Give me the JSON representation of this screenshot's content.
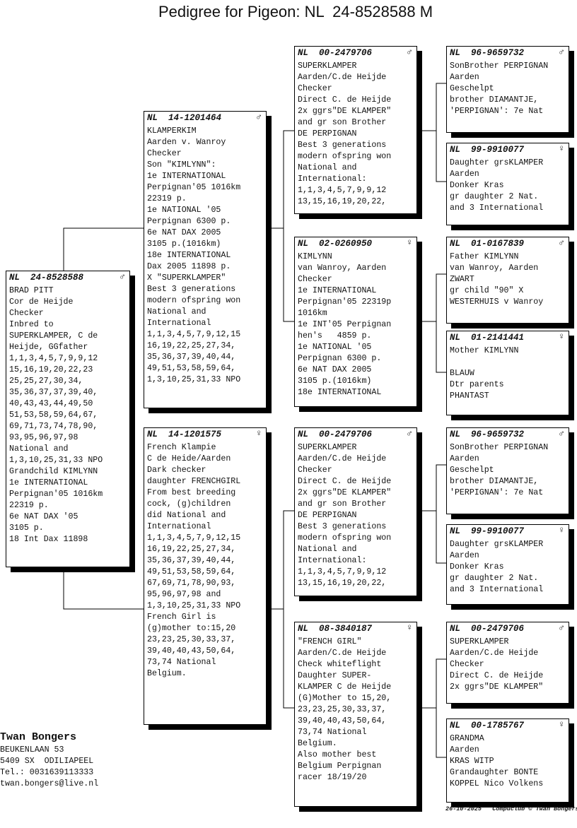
{
  "title": "Pedigree for Pigeon: NL  24-8528588 M",
  "pigeons": [
    {
      "country": "NL",
      "ring": "24-8528588",
      "sex": "♂",
      "lines": [
        "BRAD PITT",
        "Cor de Heijde",
        "Checker",
        "Inbred to",
        "SUPERKLAMPER, C de",
        "Heijde, GGfather",
        "1,1,3,4,5,7,9,9,12",
        "15,16,19,20,22,23",
        "25,25,27,30,34,",
        "35,36,37,37,39,40,",
        "40,43,43,44,49,50",
        "51,53,58,59,64,67,",
        "69,71,73,74,78,90,",
        "93,95,96,97,98",
        "National and",
        "1,3,10,25,31,33 NPO",
        "Grandchild KIMLYNN",
        "1e INTERNATIONAL",
        "Perpignan'05 1016km",
        "22319 p.",
        "6e NAT DAX '05",
        "3105 p.",
        "18 Int Dax 11898"
      ]
    },
    {
      "country": "NL",
      "ring": "14-1201464",
      "sex": "♂",
      "lines": [
        "KLAMPERKIM",
        "Aarden v. Wanroy",
        "Checker",
        "Son \"KIMLYNN\":",
        "1e INTERNATIONAL",
        "Perpignan'05 1016km",
        "22319 p.",
        "1e NATIONAL '05",
        "Perpignan 6300 p.",
        "6e NAT DAX 2005",
        "3105 p.(1016km)",
        "18e INTERNATIONAL",
        "Dax 2005 11898 p.",
        "X \"SUPERKLAMPER\"",
        "Best 3 generations",
        "modern ofspring won",
        "National and",
        "International",
        "1,1,3,4,5,7,9,12,15",
        "16,19,22,25,27,34,",
        "35,36,37,39,40,44,",
        "49,51,53,58,59,64,",
        "1,3,10,25,31,33 NPO"
      ]
    },
    {
      "country": "NL",
      "ring": "14-1201575",
      "sex": "♀",
      "lines": [
        "French Klampie",
        "C de Heide/Aarden",
        "Dark checker",
        "daughter FRENCHGIRL",
        "From best breeding",
        "cock, (g)children",
        "did National and",
        "International",
        "1,1,3,4,5,7,9,12,15",
        "16,19,22,25,27,34,",
        "35,36,37,39,40,44,",
        "49,51,53,58,59,64,",
        "67,69,71,78,90,93,",
        "95,96,97,98 and",
        "1,3,10,25,31,33 NPO",
        "French Girl is",
        "(g)mother to:15,20",
        "23,23,25,30,33,37,",
        "39,40,40,43,50,64,",
        "73,74 National",
        "Belgium."
      ]
    },
    {
      "country": "NL",
      "ring": "00-2479706",
      "sex": "♂",
      "lines": [
        "SUPERKLAMPER",
        "Aarden/C.de Heijde",
        "Checker",
        "Direct C. de Heijde",
        "2x ggrs\"DE KLAMPER\"",
        "and gr son Brother",
        "DE PERPIGNAN",
        "Best 3 generations",
        "modern ofspring won",
        "National and",
        "International:",
        "1,1,3,4,5,7,9,9,12",
        "13,15,16,19,20,22,"
      ]
    },
    {
      "country": "NL",
      "ring": "02-0260950",
      "sex": "♀",
      "lines": [
        "KIMLYNN",
        "van Wanroy, Aarden",
        "Checker",
        "1e INTERNATIONAL",
        "Perpignan'05 22319p",
        "1016km",
        "1e INT'05 Perpignan",
        "hen's   4859 p.",
        "1e NATIONAL '05",
        "Perpignan 6300 p.",
        "6e NAT DAX 2005",
        "3105 p.(1016km)",
        "18e INTERNATIONAL"
      ]
    },
    {
      "country": "NL",
      "ring": "00-2479706",
      "sex": "♂",
      "lines": [
        "SUPERKLAMPER",
        "Aarden/C.de Heijde",
        "Checker",
        "Direct C. de Heijde",
        "2x ggrs\"DE KLAMPER\"",
        "and gr son Brother",
        "DE PERPIGNAN",
        "Best 3 generations",
        "modern ofspring won",
        "National and",
        "International:",
        "1,1,3,4,5,7,9,9,12",
        "13,15,16,19,20,22,"
      ]
    },
    {
      "country": "NL",
      "ring": "08-3840187",
      "sex": "♀",
      "lines": [
        "\"FRENCH GIRL\"",
        "Aarden/C.de Heijde",
        "Check whiteflight",
        "Daughter SUPER-",
        "KLAMPER C de Heijde",
        "(G)Mother to 15,20,",
        "23,23,25,30,33,37,",
        "39,40,40,43,50,64,",
        "73,74 National",
        "Belgium.",
        "Also mother best",
        "Belgium Perpignan",
        "racer 18/19/20"
      ]
    },
    {
      "country": "NL",
      "ring": "96-9659732",
      "sex": "♂",
      "lines": [
        "SonBrother PERPIGNAN",
        "Aarden",
        "Geschelpt",
        "brother DIAMANTJE,",
        "'PERPIGNAN': 7e Nat"
      ]
    },
    {
      "country": "NL",
      "ring": "99-9910077",
      "sex": "♀",
      "lines": [
        "Daughter grsKLAMPER",
        "Aarden",
        "Donker Kras",
        "gr daughter 2 Nat.",
        "and 3 International"
      ]
    },
    {
      "country": "NL",
      "ring": "01-0167839",
      "sex": "♂",
      "lines": [
        "Father KIMLYNN",
        "van Wanroy, Aarden",
        "ZWART",
        "gr child \"90\" X",
        "WESTERHUIS v Wanroy"
      ]
    },
    {
      "country": "NL",
      "ring": "01-2141441",
      "sex": "♀",
      "lines": [
        "Mother KIMLYNN",
        "",
        "BLAUW",
        "Dtr parents",
        "PHANTAST"
      ]
    },
    {
      "country": "NL",
      "ring": "96-9659732",
      "sex": "♂",
      "lines": [
        "SonBrother PERPIGNAN",
        "Aarden",
        "Geschelpt",
        "brother DIAMANTJE,",
        "'PERPIGNAN': 7e Nat"
      ]
    },
    {
      "country": "NL",
      "ring": "99-9910077",
      "sex": "♀",
      "lines": [
        "Daughter grsKLAMPER",
        "Aarden",
        "Donker Kras",
        "gr daughter 2 Nat.",
        "and 3 International"
      ]
    },
    {
      "country": "NL",
      "ring": "00-2479706",
      "sex": "♂",
      "lines": [
        "SUPERKLAMPER",
        "Aarden/C.de Heijde",
        "Checker",
        "Direct C. de Heijde",
        "2x ggrs\"DE KLAMPER\""
      ]
    },
    {
      "country": "NL",
      "ring": "00-1785767",
      "sex": "♀",
      "lines": [
        "GRANDMA",
        "Aarden",
        "KRAS WITP",
        "Grandaughter BONTE",
        "KOPPEL Nico Volkens"
      ]
    }
  ],
  "owner": {
    "name": "Twan Bongers",
    "address": "BEUKENLAAN 53",
    "city": "5409 SX  ODILIAPEEL",
    "phone": "Tel.: 0031639113333",
    "email": "twan.bongers@live.nl"
  },
  "footer": "26-10-2025   Compuclub © Twan Bongers"
}
